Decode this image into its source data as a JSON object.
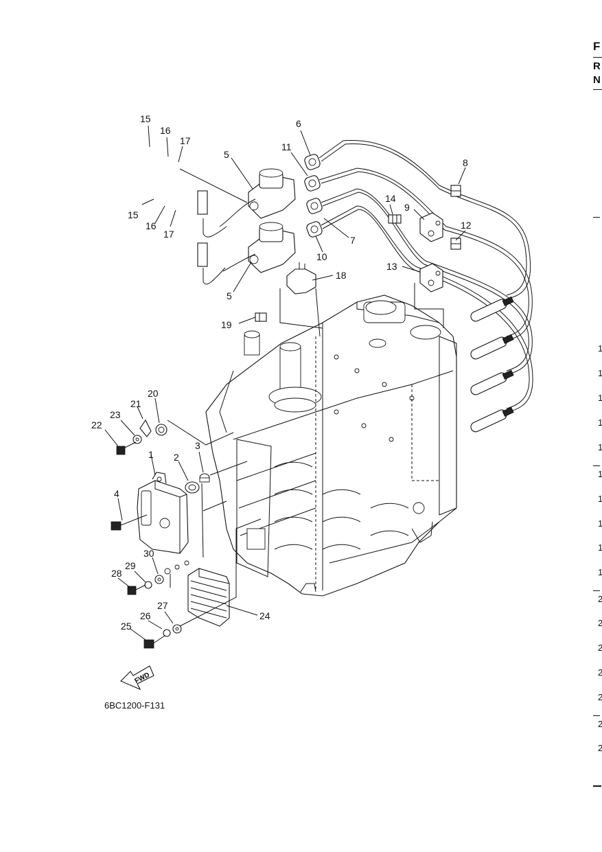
{
  "diagram": {
    "code": "6BC1200-F131",
    "fwd_label": "FWD",
    "callouts": {
      "c1": "1",
      "c2": "2",
      "c3": "3",
      "c4": "4",
      "c5a": "5",
      "c5b": "5",
      "c6": "6",
      "c7": "7",
      "c8": "8",
      "c9": "9",
      "c10": "10",
      "c11": "11",
      "c12": "12",
      "c13": "13",
      "c14": "14",
      "c15a": "15",
      "c15b": "15",
      "c16a": "16",
      "c16b": "16",
      "c17a": "17",
      "c17b": "17",
      "c18": "18",
      "c19": "19",
      "c20": "20",
      "c21": "21",
      "c22": "22",
      "c23": "23",
      "c24": "24",
      "c25": "25",
      "c26": "26",
      "c27": "27",
      "c28": "28",
      "c29": "29",
      "c30": "30"
    }
  },
  "right_edge": {
    "header_chars": [
      "F",
      "R",
      "N"
    ],
    "row_digits": [
      "1",
      "1",
      "1",
      "1",
      "1",
      "1",
      "1",
      "1",
      "1",
      "1",
      "2",
      "2",
      "2",
      "2",
      "2",
      "2",
      "2"
    ]
  }
}
